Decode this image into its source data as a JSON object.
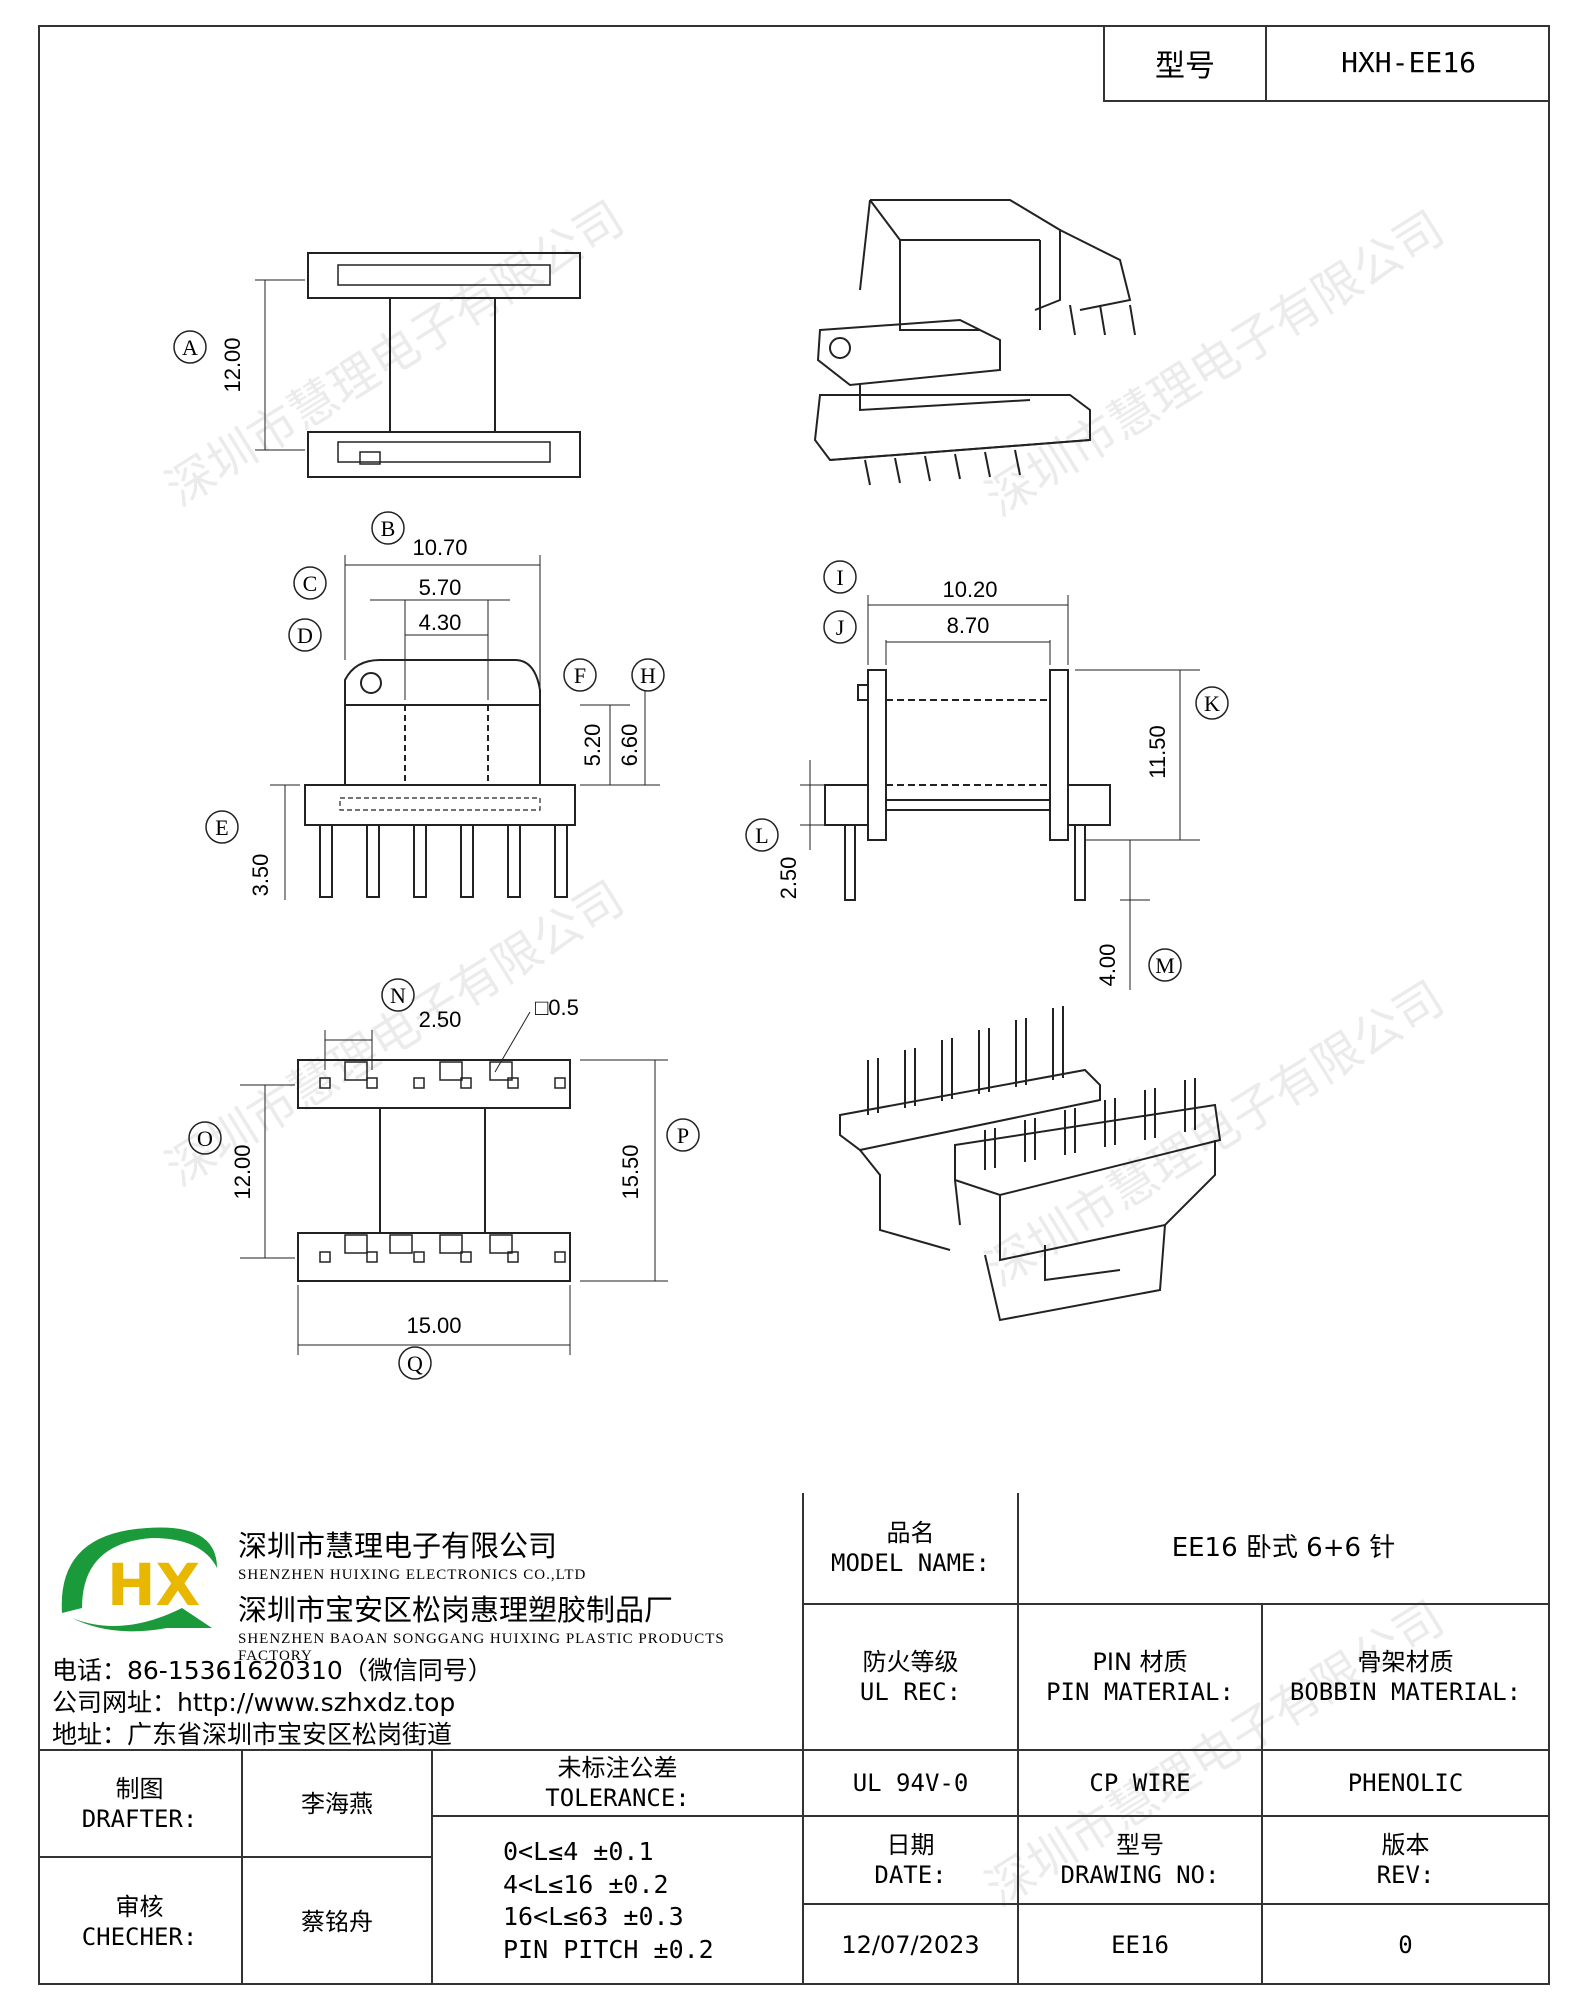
{
  "header": {
    "model_label": "型号",
    "model_value": "HXH-EE16"
  },
  "dimensions": {
    "A": "12.00",
    "B": "10.70",
    "C": "5.70",
    "D": "4.30",
    "F": "5.20",
    "H": "6.60",
    "E": "3.50",
    "I": "10.20",
    "J": "8.70",
    "K": "11.50",
    "L": "2.50",
    "M": "4.00",
    "N": "2.50",
    "O": "12.00",
    "P": "15.50",
    "Q": "15.00",
    "pin_square": "□0.5"
  },
  "callouts": [
    "A",
    "B",
    "C",
    "D",
    "E",
    "F",
    "H",
    "I",
    "J",
    "K",
    "L",
    "M",
    "N",
    "O",
    "P",
    "Q"
  ],
  "watermark": "深圳市慧理电子有限公司",
  "company": {
    "logo_text": "HX",
    "name_cn": "深圳市慧理电子有限公司",
    "name_en": "SHENZHEN HUIXING ELECTRONICS CO.,LTD",
    "factory_cn": "深圳市宝安区松岗惠理塑胶制品厂",
    "factory_en": "SHENZHEN BAOAN SONGGANG HUIXING PLASTIC PRODUCTS FACTORY",
    "phone": "电话：86-15361620310（微信同号）",
    "website": "公司网址：http://www.szhxdz.top",
    "address": "地址：广东省深圳市宝安区松岗街道"
  },
  "title_block": {
    "model_name_cn": "品名",
    "model_name_en": "MODEL NAME:",
    "model_name_value": "EE16 卧式 6+6 针",
    "ul_cn": "防火等级",
    "ul_en": "UL REC:",
    "ul_value": "UL 94V-0",
    "pin_cn": "PIN 材质",
    "pin_en": "PIN MATERIAL:",
    "pin_value": "CP WIRE",
    "bobbin_cn": "骨架材质",
    "bobbin_en": "BOBBIN MATERIAL:",
    "bobbin_value": "PHENOLIC",
    "drafter_cn": "制图",
    "drafter_en": "DRAFTER:",
    "drafter_value": "李海燕",
    "checker_cn": "审核",
    "checker_en": "CHECHER:",
    "checker_value": "蔡铭舟",
    "tolerance_cn": "未标注公差",
    "tolerance_en": "TOLERANCE:",
    "tolerance_lines": [
      "0<L≤4   ±0.1",
      "4<L≤16  ±0.2",
      "16<L≤63 ±0.3",
      "PIN PITCH ±0.2"
    ],
    "date_cn": "日期",
    "date_en": "DATE:",
    "date_value": "12/07/2023",
    "drawing_cn": "型号",
    "drawing_en": "DRAWING NO:",
    "drawing_value": "EE16",
    "rev_cn": "版本",
    "rev_en": "REV:",
    "rev_value": "0"
  }
}
